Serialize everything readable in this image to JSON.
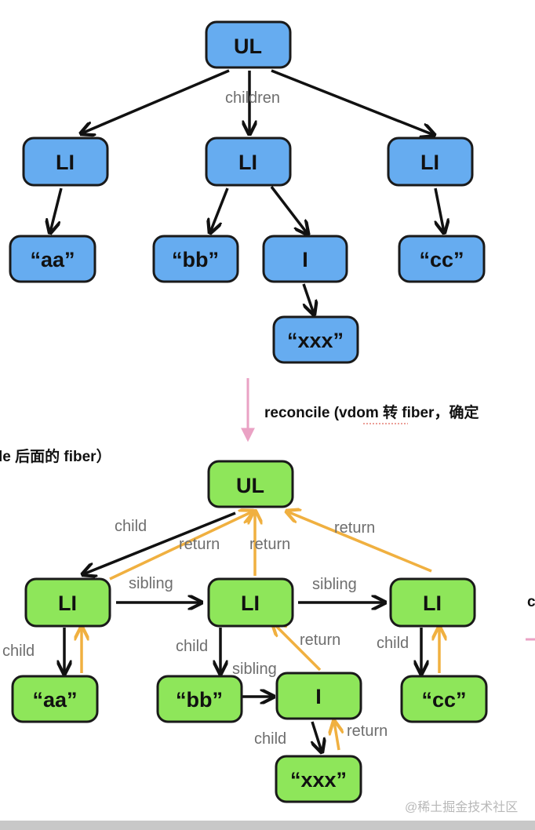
{
  "colors": {
    "vdom_fill": "#66acf0",
    "fiber_fill": "#8ee65a",
    "node_stroke": "#1a1a1a",
    "child_arrow": "#111111",
    "return_arrow": "#f0b040",
    "transition_arrow": "#eaa2c4",
    "label": "#6e6e6e",
    "bottom_bar": "#c8c8c8"
  },
  "vdom": {
    "ul": "UL",
    "li1": "LI",
    "li2": "LI",
    "li3": "LI",
    "aa": "“aa”",
    "bb": "“bb”",
    "i": "I",
    "cc": "“cc”",
    "xxx": "“xxx”",
    "children_label": "children"
  },
  "transition": {
    "reconcile_text": "reconcile (vdom 转 fiber，确定",
    "left_text": "le 后面的 fiber）",
    "right_edge_text": "c"
  },
  "fiber": {
    "ul": "UL",
    "li1": "LI",
    "li2": "LI",
    "li3": "LI",
    "aa": "“aa”",
    "bb": "“bb”",
    "i": "I",
    "cc": "“cc”",
    "xxx": "“xxx”",
    "labels": {
      "child_ul": "child",
      "return_li1": "return",
      "return_li2": "return",
      "return_li3": "return",
      "sibling_1": "sibling",
      "sibling_2": "sibling",
      "child_li1": "child",
      "child_li2": "child",
      "sibling_bb": "sibling",
      "return_i": "return",
      "child_li3": "child",
      "child_i": "child",
      "return_xxx": "return"
    }
  },
  "watermark": "@稀土掘金技术社区"
}
